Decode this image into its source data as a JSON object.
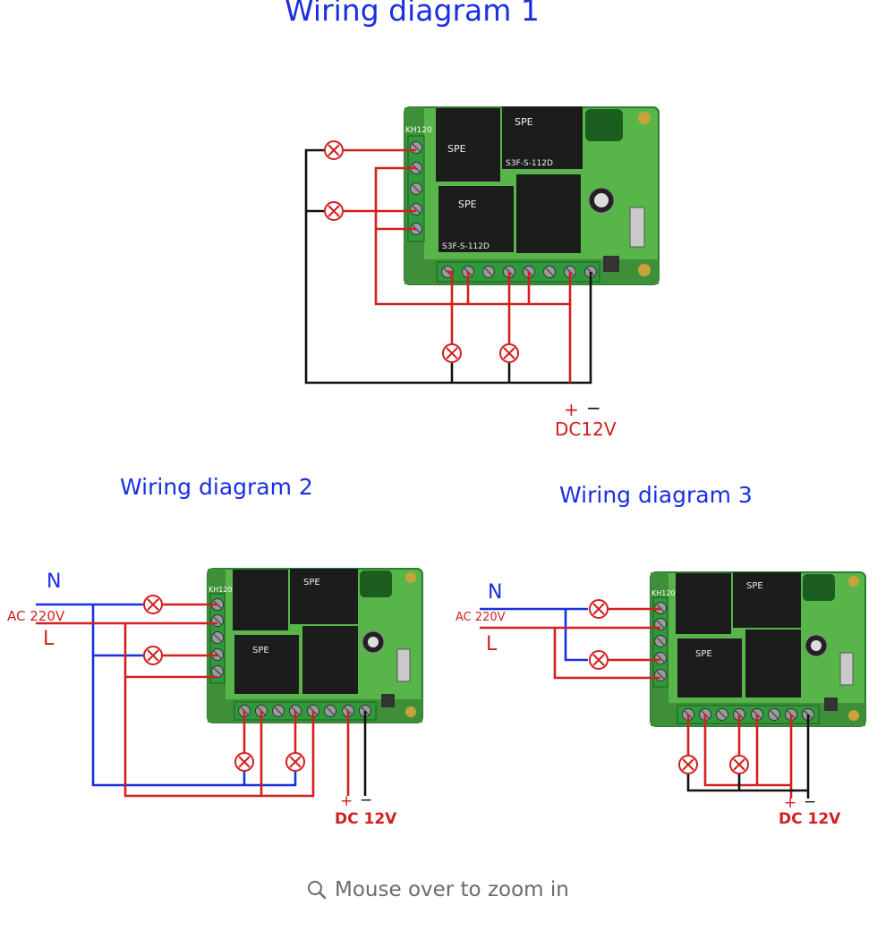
{
  "titles": {
    "d1": "Wiring diagram 1",
    "d2": "Wiring diagram 2",
    "d3": "Wiring diagram 3"
  },
  "labels": {
    "plus": "+",
    "minus": "−",
    "dc1": "DC12V",
    "dc": "DC 12V",
    "n": "N",
    "ac": "AC 220V",
    "l": "L"
  },
  "board": {
    "relay_brand": "SPE",
    "relay_model": "S3F-S-112D",
    "silk": "KH120"
  },
  "zoom_hint": "Mouse over to zoom in",
  "icons": [
    "lamp-icon",
    "magnifier-icon"
  ],
  "colors": {
    "title": "#1a2fe0",
    "positive_wire": "#d21f1f",
    "negative_wire": "#111111",
    "neutral_wire": "#1a2fe0",
    "pcb": "#57b54a"
  }
}
